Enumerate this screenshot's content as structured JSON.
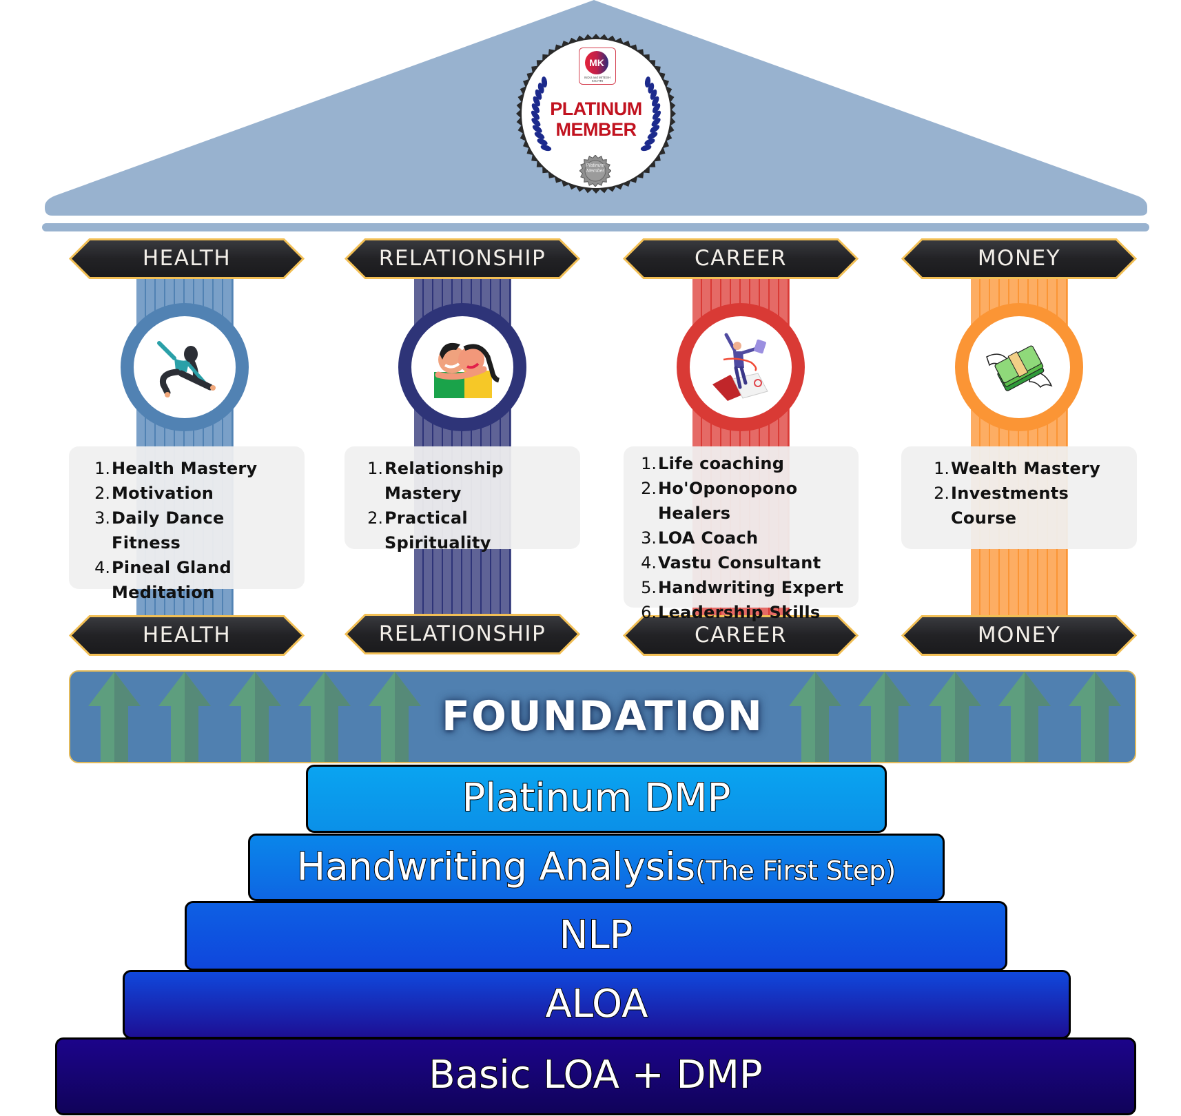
{
  "badge": {
    "line1": "PLATINUM",
    "line2": "MEMBER",
    "logo_letters": "MK",
    "logo_caption": "INDU and MITESH KHATRI",
    "seal_text": "Platinum Member",
    "colors": {
      "text": "#c1121f",
      "laurel": "#1c2a8c"
    }
  },
  "pillars": [
    {
      "top_label": "HEALTH",
      "bottom_label": "HEALTH",
      "icon": "yoga-woman-icon",
      "colors": {
        "ring": "#5182b3",
        "column": "#7aa0c8"
      },
      "items": [
        {
          "num": "1.",
          "text": "Health Mastery"
        },
        {
          "num": "2.",
          "text": "Motivation"
        },
        {
          "num": "3.",
          "text": "Daily Dance Fitness"
        },
        {
          "num": "4.",
          "text": "Pineal Gland Meditation"
        }
      ]
    },
    {
      "top_label": "RELATIONSHIP",
      "bottom_label": "RELATIONSHIP",
      "icon": "hugging-couple-icon",
      "colors": {
        "ring": "#2e3478",
        "column": "#5f6396"
      },
      "items": [
        {
          "num": "1.",
          "text": "Relationship Mastery"
        },
        {
          "num": "2.",
          "text": "Practical Spirituality"
        }
      ]
    },
    {
      "top_label": "CAREER",
      "bottom_label": "CAREER",
      "icon": "jumping-businessman-icon",
      "colors": {
        "ring": "#d93a35",
        "column": "#e56a66"
      },
      "items": [
        {
          "num": "1.",
          "text": "Life coaching"
        },
        {
          "num": "2.",
          "text": "Ho'Oponopono Healers"
        },
        {
          "num": "3.",
          "text": "LOA Coach"
        },
        {
          "num": "4.",
          "text": "Vastu Consultant"
        },
        {
          "num": "5.",
          "text": "Handwriting Expert"
        },
        {
          "num": "6.",
          "text": "Leadership Skills"
        }
      ]
    },
    {
      "top_label": "MONEY",
      "bottom_label": "MONEY",
      "icon": "flying-money-icon",
      "colors": {
        "ring": "#fb9535",
        "column": "#fdad63"
      },
      "items": [
        {
          "num": "1.",
          "text": "Wealth Mastery"
        },
        {
          "num": "2.",
          "text": "Investments Course"
        }
      ]
    }
  ],
  "foundation": {
    "label": "FOUNDATION",
    "colors": {
      "fill": "#5080b0",
      "arrow": "#5e9e7e"
    }
  },
  "steps": [
    {
      "label": "Platinum DMP",
      "sub": ""
    },
    {
      "label": "Handwriting Analysis",
      "sub": "(The First Step)"
    },
    {
      "label": "NLP",
      "sub": ""
    },
    {
      "label": "ALOA",
      "sub": ""
    },
    {
      "label": "Basic LOA + DMP",
      "sub": ""
    }
  ],
  "colors": {
    "roof": "#98b2cf",
    "banner": "#232326",
    "banner_border": "#f2bf55",
    "card": "#f0f0f0"
  }
}
